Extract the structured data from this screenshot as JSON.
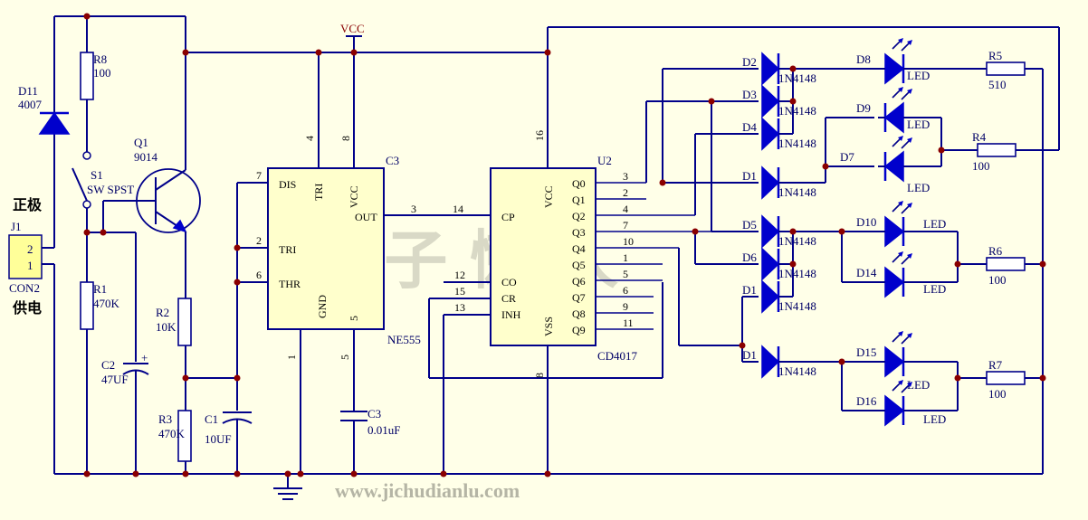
{
  "labels": {
    "vcc": "VCC",
    "j1": "J1",
    "con2": "CON2",
    "j1_pin2": "2",
    "j1_pin1": "1",
    "pos": "正极",
    "supply": "供电",
    "d11": "D11",
    "d11_val": "4007",
    "r8": "R8",
    "r8_val": "100",
    "s1": "S1",
    "s1_val": "SW SPST",
    "q1": "Q1",
    "q1_val": "9014",
    "r1": "R1",
    "r1_val": "470K",
    "r2": "R2",
    "r2_val": "10K",
    "r3": "R3",
    "r3_val": "470K",
    "c2": "C2",
    "c2_val": "47UF",
    "c2_plus": "+",
    "c1": "C1",
    "c1_val": "10UF",
    "c3_ic": "C3",
    "c3": "C3",
    "c3_val": "0.01uF",
    "ne555": "NE555",
    "dis": "DIS",
    "tri": "TRI",
    "thr": "THR",
    "gnd": "GND",
    "tri_v": "TRI",
    "vcc_v": "VCC",
    "out": "OUT",
    "p7": "7",
    "p2": "2",
    "p6": "6",
    "p4": "4",
    "p8": "8",
    "p3": "3",
    "p1": "1",
    "p5": "5",
    "u2": "U2",
    "cd4017": "CD4017",
    "cp": "CP",
    "co": "CO",
    "cr": "CR",
    "inh": "INH",
    "u2_vcc": "VCC",
    "u2_vss": "VSS",
    "p14": "14",
    "p12": "12",
    "p15": "15",
    "p13": "13",
    "p16": "16",
    "p8b": "8",
    "q_outputs": [
      "Q0",
      "Q1",
      "Q2",
      "Q3",
      "Q4",
      "Q5",
      "Q6",
      "Q7",
      "Q8",
      "Q9"
    ],
    "q_pins": [
      "3",
      "2",
      "4",
      "7",
      "10",
      "1",
      "5",
      "6",
      "9",
      "11"
    ],
    "d2": "D2",
    "d3": "D3",
    "d4": "D4",
    "d1a": "D1",
    "d5": "D5",
    "d6": "D6",
    "d1b": "D1",
    "d1c": "D1",
    "n4148": "1N4148",
    "d8": "D8",
    "d9": "D9",
    "d7": "D7",
    "d10": "D10",
    "d14": "D14",
    "d15": "D15",
    "d16": "D16",
    "led": "LED",
    "r5": "R5",
    "r5_val": "510",
    "r4": "R4",
    "r4_val": "100",
    "r6": "R6",
    "r6_val": "100",
    "r7": "R7",
    "r7_val": "100",
    "watermark": "电 子 懒 人",
    "url": "www.jichudianlu.com"
  }
}
